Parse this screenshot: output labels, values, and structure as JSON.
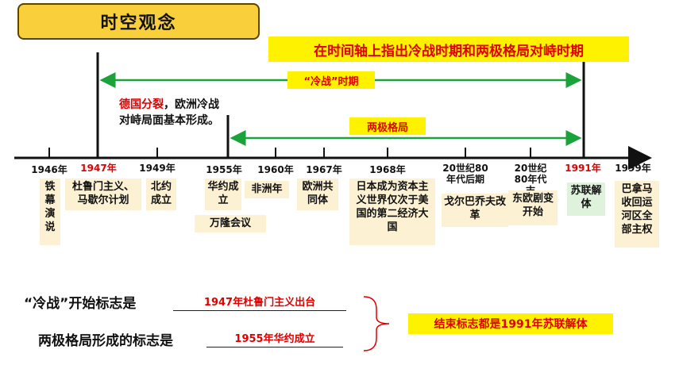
{
  "title": "时空观念",
  "task": "在时间轴上指出冷战时期和两极格局对峙时期",
  "cold_war_label": "“冷战”时期",
  "bipolar_label": "两极格局",
  "note": {
    "highlight": "德国分裂",
    "rest": "，欧洲冷战对峙局面基本形成。"
  },
  "timeline": {
    "years": [
      "1946年",
      "1947年",
      "1949年",
      "1955年",
      "1960年",
      "1967年",
      "1968年",
      "20世纪80年代后期",
      "20世纪80年代末",
      "1991年",
      "1999年"
    ],
    "events": [
      "铁幕演说",
      "杜鲁门主义、马歇尔计划",
      "北约成立",
      "华约成立",
      "万隆会议",
      "非洲年",
      "欧洲共同体",
      "日本成为资本主义世界仅次于美国的第二经济大国",
      "戈尔巴乔夫改革",
      "东欧剧变开始",
      "苏联解体",
      "巴拿马收回运河区全部主权"
    ]
  },
  "questions": {
    "q1": "“冷战”开始标志是",
    "a1": "1947年杜鲁门主义出台",
    "q2": "两极格局形成的标志是",
    "a2": "1955年华约成立"
  },
  "conclusion": "结束标志都是1991年苏联解体",
  "colors": {
    "accent_red": "#e00000",
    "highlight_yellow": "#fff200",
    "arrow_green": "#1aa33a",
    "title_gold": "#f9cf3c"
  }
}
